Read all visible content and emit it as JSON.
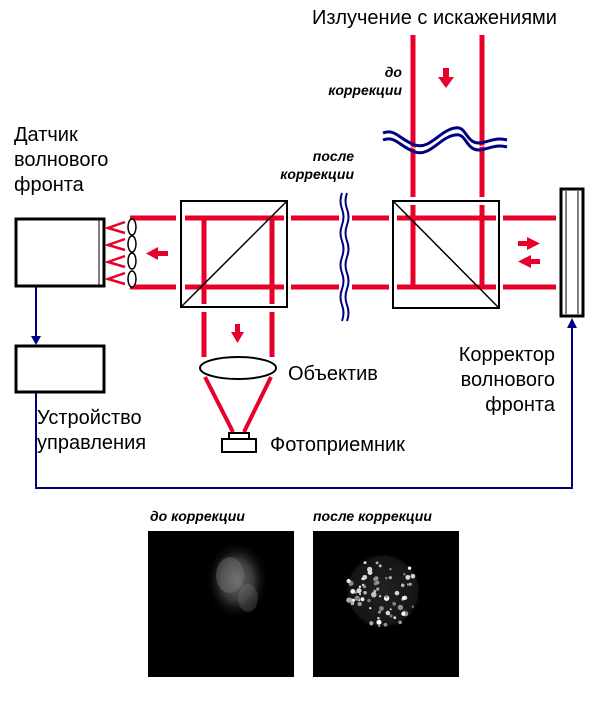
{
  "title": "Излучение с искажениями",
  "before_correction_top": [
    "до",
    "коррекции"
  ],
  "after_correction_mid": [
    "после",
    "коррекции"
  ],
  "sensor_label": [
    "Датчик",
    "волнового",
    "фронта"
  ],
  "controller_label": [
    "Устройство",
    "управления"
  ],
  "corrector_label": [
    "Корректор",
    "волнового",
    "фронта"
  ],
  "lens_label": "Объектив",
  "detector_label": "Фотоприемник",
  "image_before_label": "до коррекции",
  "image_after_label": "после коррекции",
  "colors": {
    "beam": "#e8002a",
    "control": "#000080",
    "outline": "#000000"
  }
}
